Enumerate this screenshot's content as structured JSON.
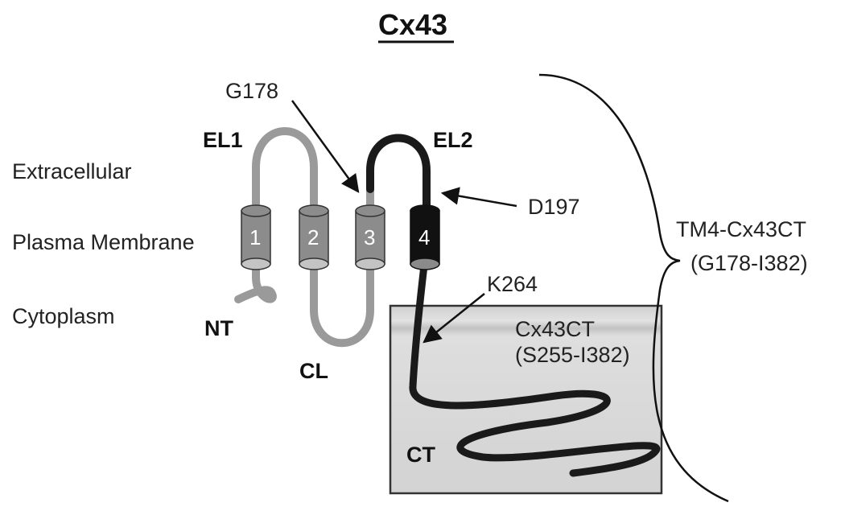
{
  "title": "Cx43",
  "regions": {
    "extracellular": "Extracellular",
    "membrane": "Plasma Membrane",
    "cytoplasm": "Cytoplasm"
  },
  "domains": {
    "el1": "EL1",
    "el2": "EL2",
    "nt": "NT",
    "cl": "CL",
    "ct": "CT"
  },
  "transmembrane": [
    "1",
    "2",
    "3",
    "4"
  ],
  "residues": {
    "g178": "G178",
    "d197": "D197",
    "k264": "K264"
  },
  "construct_box": {
    "name": "Cx43CT",
    "range": "(S255-I382)"
  },
  "bracket": {
    "name": "TM4-Cx43CT",
    "range": "(G178-I382)"
  },
  "colors": {
    "grey_strand": "#9a9a9a",
    "black_strand": "#1a1a1a",
    "tm_grey": "#8c8c8c",
    "tm_black": "#111111",
    "box_fill": "#d6d6d6"
  }
}
